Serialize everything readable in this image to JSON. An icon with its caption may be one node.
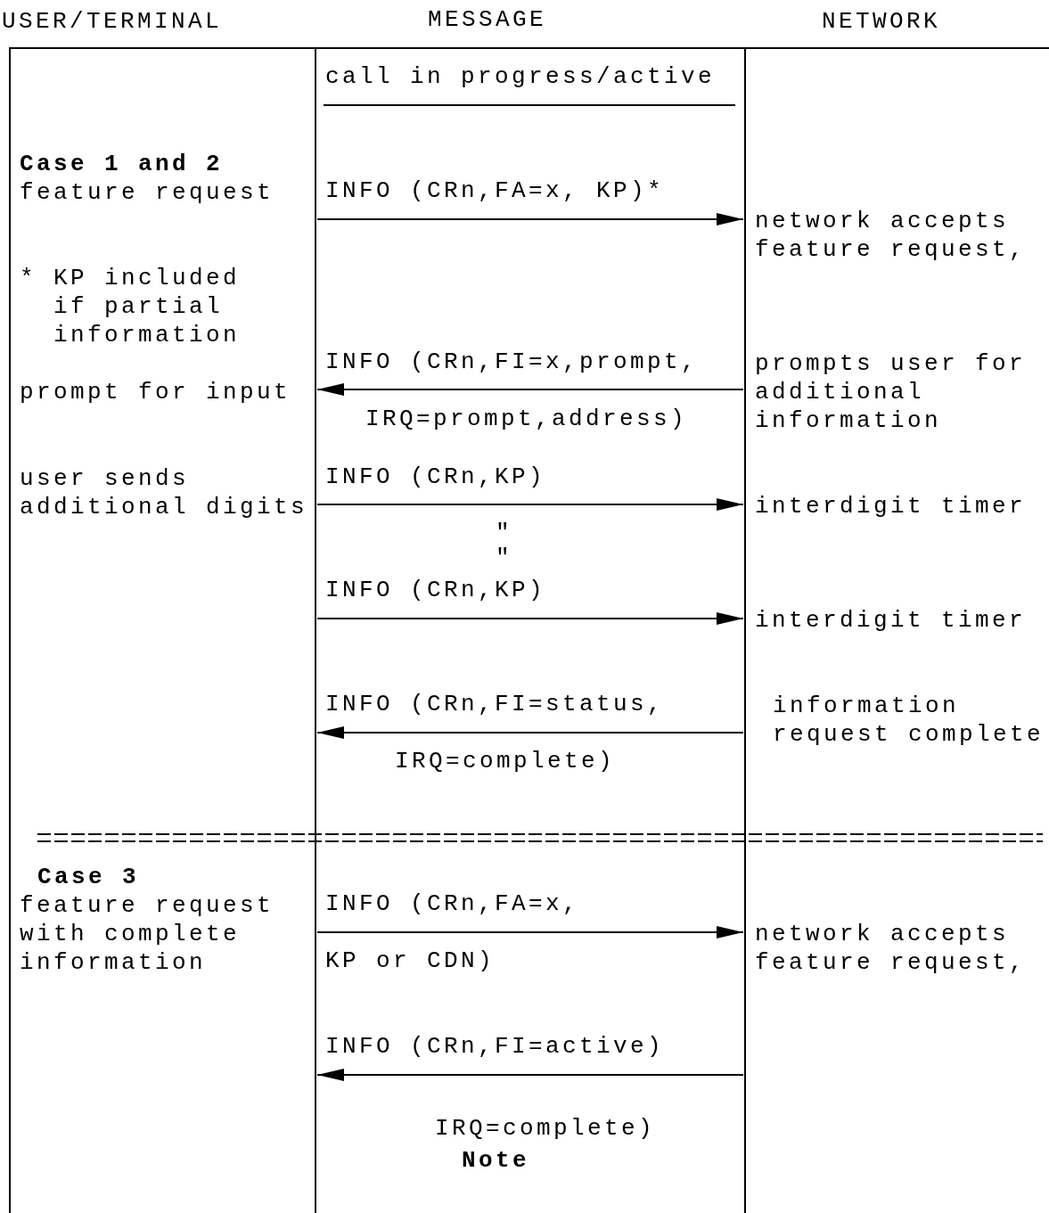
{
  "diagram": {
    "nodes": [
      {
        "text": [
          "USER/TERMINAL",
          "Case 1 and 2",
          "feature request",
          "* KP included if partial information",
          "prompt for input",
          "user sends additional digits",
          "Case 3",
          "feature request with complete information"
        ]
      },
      {
        "text": [
          "NETWORK",
          "network accepts feature request,",
          "prompts user for additional information",
          "interdigit timer",
          "interdigit timer",
          "information request complete",
          "network accepts feature request,"
        ]
      }
    ],
    "edges": [
      {
        "from": 0,
        "to": 1,
        "arrow": "to",
        "label": "INFO (CRn,FA=x, KP)*"
      },
      {
        "from": 1,
        "to": 0,
        "arrow": "to",
        "label": "INFO (CRn,FI=x,prompt, IRQ=prompt,address)"
      },
      {
        "from": 0,
        "to": 1,
        "arrow": "to",
        "label": "INFO (CRn,KP)"
      },
      {
        "from": 0,
        "to": 1,
        "arrow": "to",
        "label": "INFO (CRn,KP)"
      },
      {
        "from": 1,
        "to": 0,
        "arrow": "to",
        "label": "INFO (CRn,FI=status, IRQ=complete)"
      },
      {
        "from": 0,
        "to": 1,
        "arrow": "to",
        "label": "INFO (CRn,FA=x, KP or CDN)"
      },
      {
        "from": 1,
        "to": 0,
        "arrow": "to",
        "label": "INFO (CRn,FI=active) IRQ=complete)"
      }
    ],
    "labels": [
      "MESSAGE",
      "call in progress/active",
      "\"",
      "\"",
      "Note"
    ]
  }
}
